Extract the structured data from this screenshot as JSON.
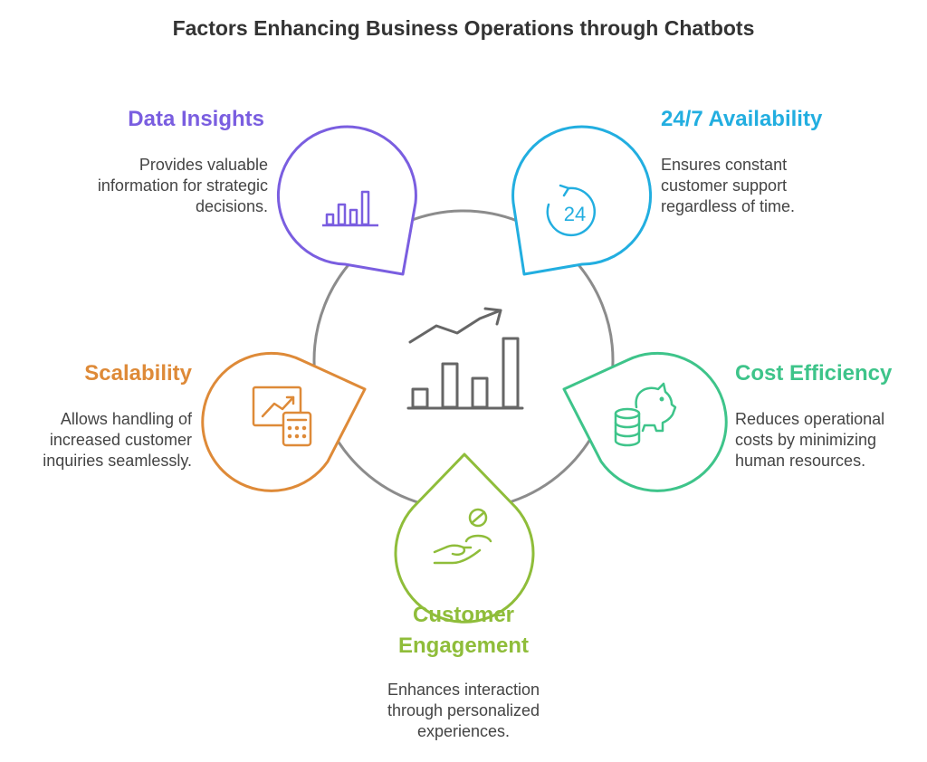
{
  "title": "Factors Enhancing Business Operations through Chatbots",
  "colors": {
    "data_insights": "#7a5ee0",
    "availability": "#22aee0",
    "scalability": "#de8a38",
    "cost_efficiency": "#3ec48a",
    "customer_engagement": "#8fbd3a",
    "ring": "#8c8c8c",
    "center_icon": "#666666"
  },
  "center_icon": "growth-chart-icon",
  "factors": {
    "data_insights": {
      "title": "Data Insights",
      "description": "Provides valuable information for strategic decisions.",
      "icon": "bar-chart-icon"
    },
    "availability": {
      "title": "24/7 Availability",
      "description": "Ensures constant customer support regardless of time.",
      "icon": "clock-24-icon",
      "icon_text": "24"
    },
    "scalability": {
      "title": "Scalability",
      "description": "Allows handling of increased customer inquiries seamlessly.",
      "icon": "chart-calculator-icon"
    },
    "cost_efficiency": {
      "title": "Cost Efficiency",
      "description": "Reduces operational costs by minimizing human resources.",
      "icon": "piggy-bank-coins-icon"
    },
    "customer_engagement": {
      "title": "Customer Engagement",
      "description": "Enhances interaction through personalized experiences.",
      "icon": "hand-person-icon"
    }
  }
}
